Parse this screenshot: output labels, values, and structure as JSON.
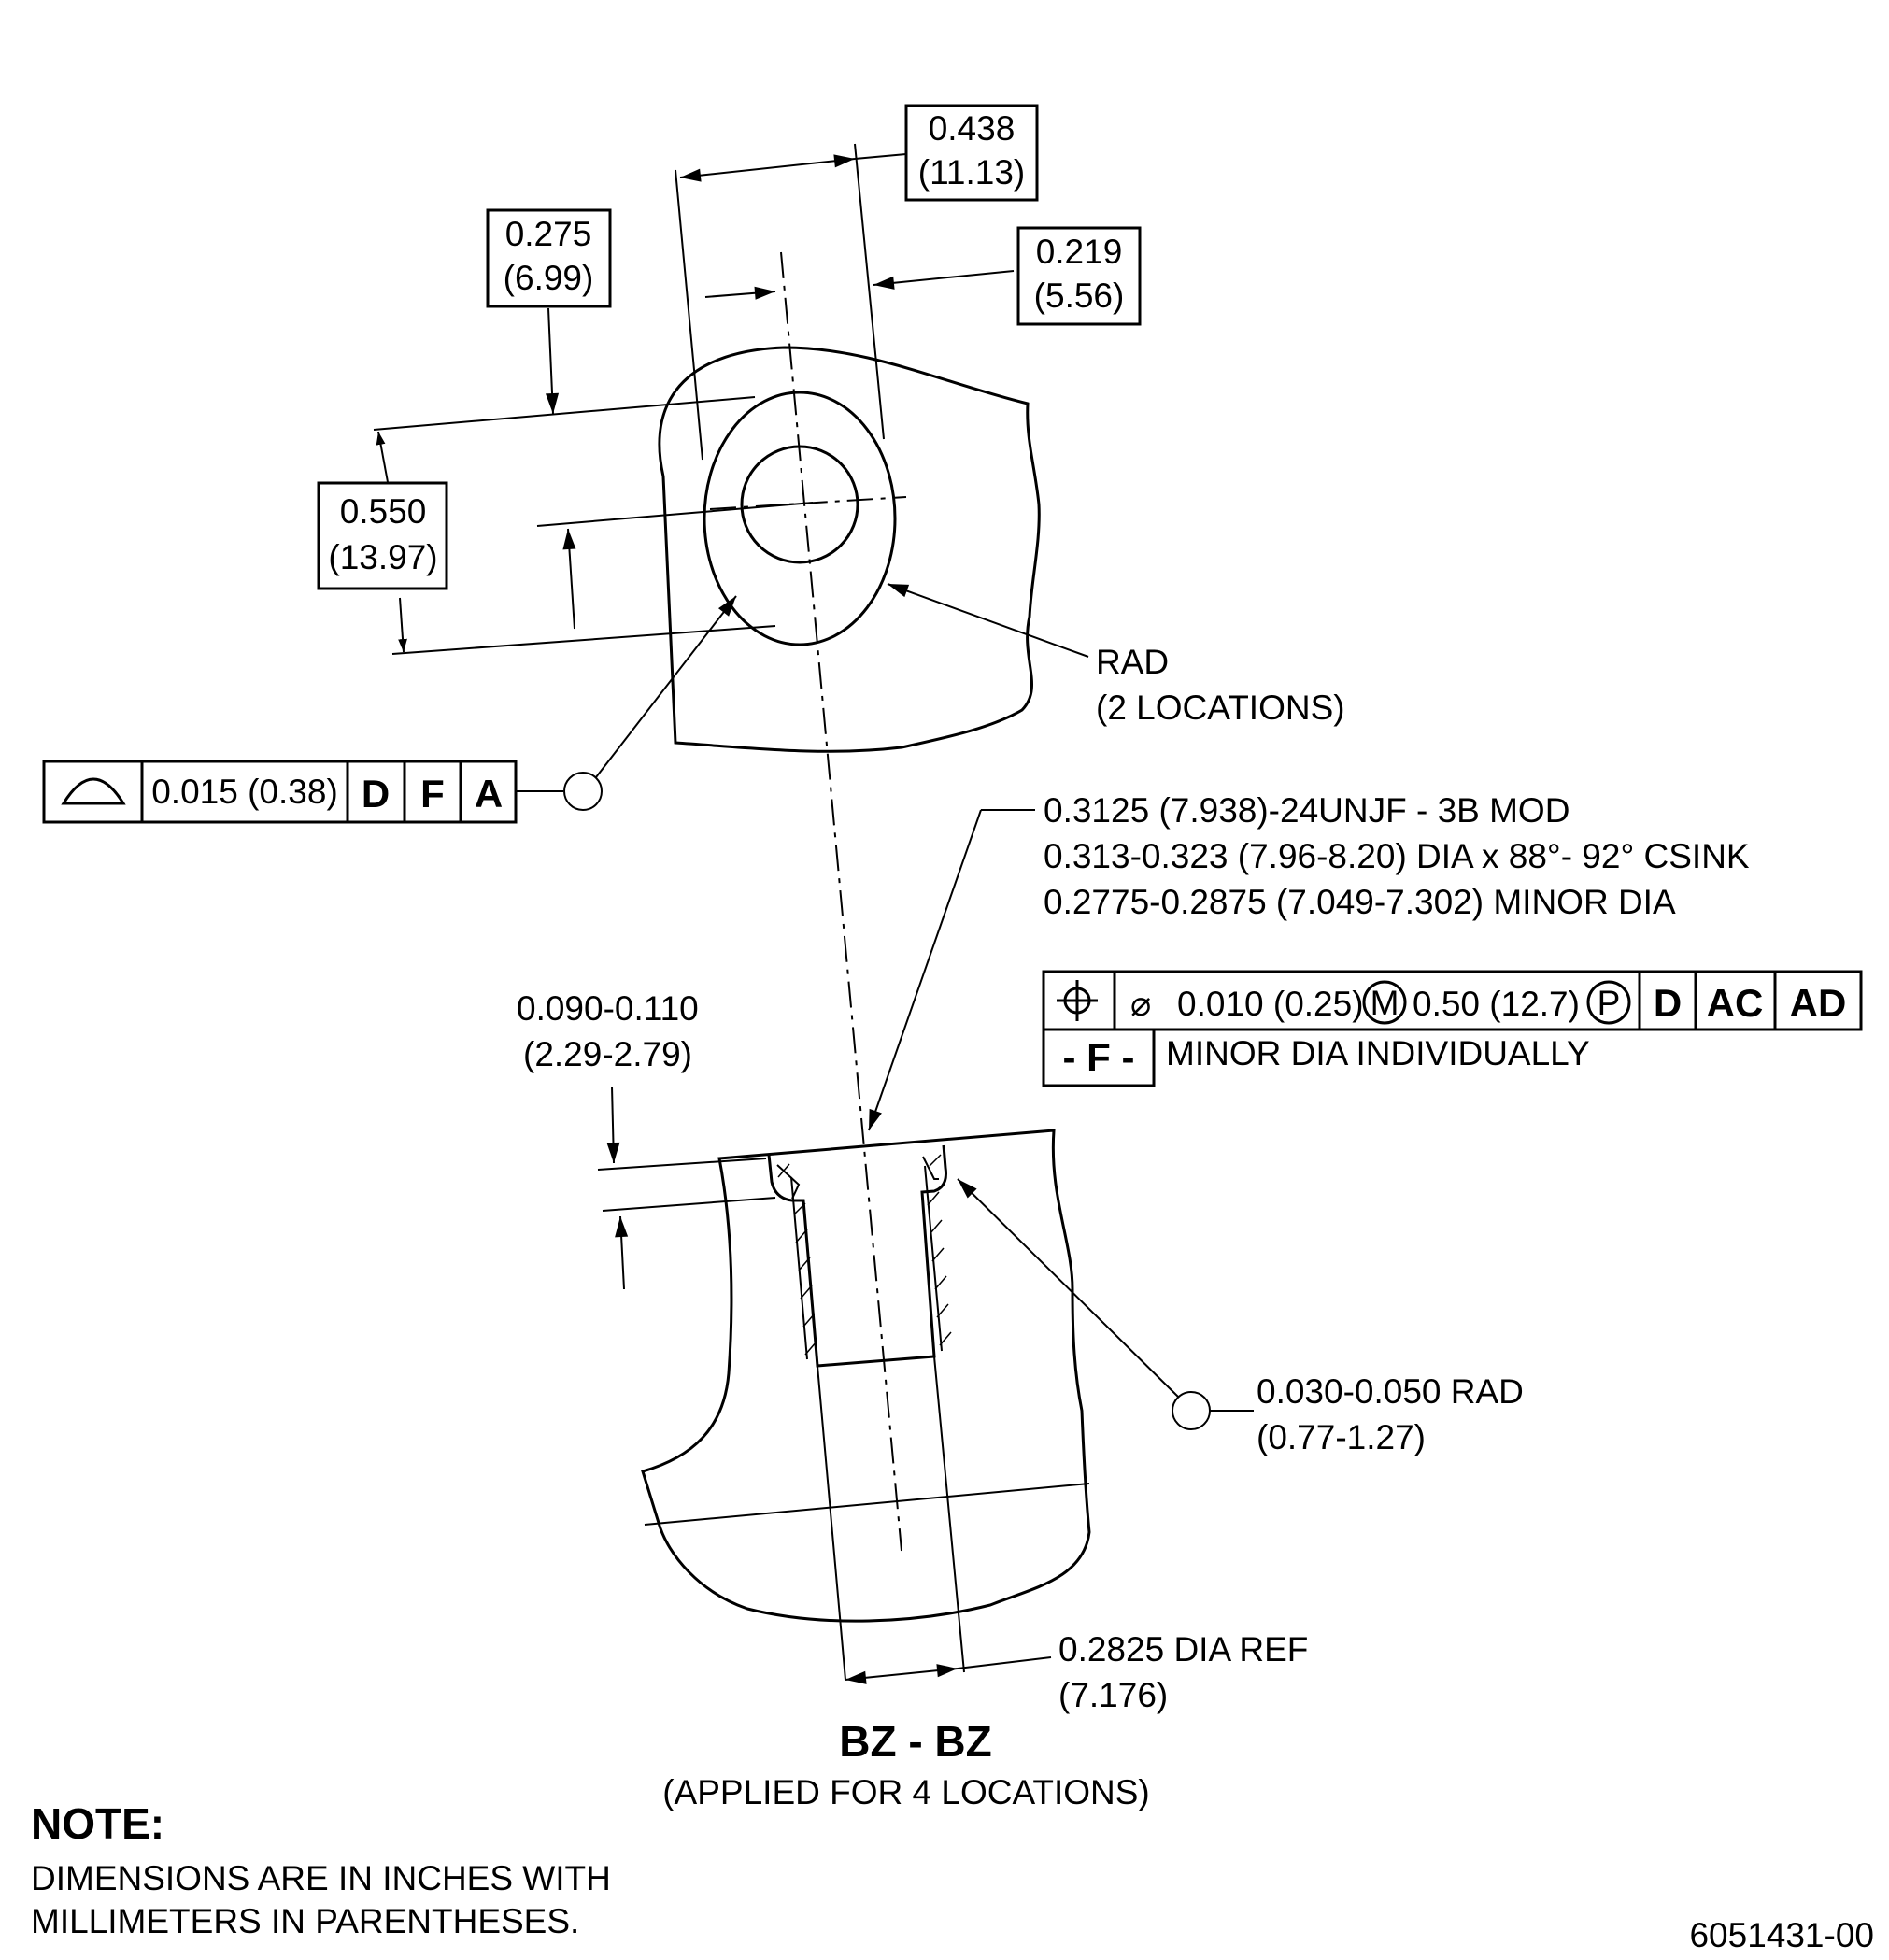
{
  "colors": {
    "ink": "#000000",
    "paper": "#ffffff"
  },
  "dims": {
    "width_top": [
      "0.438",
      "(11.13)"
    ],
    "offset_left": [
      "0.275",
      "(6.99)"
    ],
    "offset_right": [
      "0.219",
      "(5.56)"
    ],
    "height_left": [
      "0.550",
      "(13.97)"
    ],
    "rad_callout": [
      "RAD",
      "(2 LOCATIONS)"
    ]
  },
  "profile_fcf": {
    "symbol": "profile-of-surface-icon",
    "tolerance": "0.015 (0.38)",
    "datums": [
      "D",
      "F",
      "A"
    ]
  },
  "thread_note": [
    "0.3125 (7.938)-24UNJF - 3B MOD",
    "0.313-0.323 (7.96-8.20) DIA x 88°- 92° CSINK",
    "0.2775-0.2875 (7.049-7.302) MINOR DIA"
  ],
  "position_fcf": {
    "symbol": "position-icon",
    "diameter_symbol": "⌀",
    "tolerance": "0.010 (0.25)",
    "mmc_modifier": "M",
    "projected": "0.50 (12.7)",
    "projected_modifier": "P",
    "datums": [
      "D",
      "AC",
      "AD"
    ],
    "datum_feature": "- F -",
    "note": "MINOR DIA INDIVIDUALLY"
  },
  "csink_depth": [
    "0.090-0.110",
    "(2.29-2.79)"
  ],
  "edge_rad": [
    "0.030-0.050 RAD",
    "(0.77-1.27)"
  ],
  "bore_dia": [
    "0.2825 DIA REF",
    "(7.176)"
  ],
  "section": {
    "title": "BZ - BZ",
    "subtitle": "(APPLIED FOR 4 LOCATIONS)"
  },
  "note": {
    "heading": "NOTE:",
    "lines": [
      "DIMENSIONS ARE IN INCHES WITH",
      "MILLIMETERS IN PARENTHESES."
    ]
  },
  "drawing_number": "6051431-00"
}
